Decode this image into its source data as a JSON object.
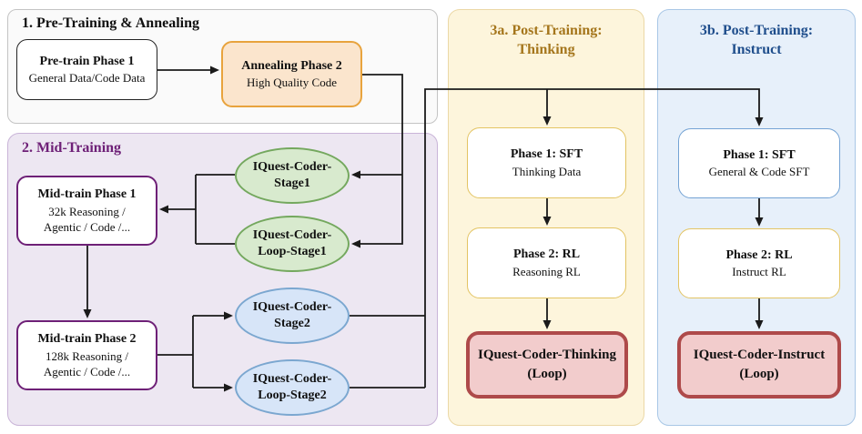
{
  "sections": {
    "pretraining": {
      "title": "1. Pre-Training & Annealing"
    },
    "midtraining": {
      "title": "2. Mid-Training"
    },
    "post_thinking": {
      "title_line1": "3a. Post-Training:",
      "title_line2": "Thinking"
    },
    "post_instruct": {
      "title_line1": "3b. Post-Training:",
      "title_line2": "Instruct"
    }
  },
  "nodes": {
    "pretrain_phase1": {
      "title": "Pre-train Phase 1",
      "sub": "General Data/Code Data"
    },
    "annealing_phase2": {
      "title": "Annealing Phase 2",
      "sub": "High Quality Code"
    },
    "midtrain_phase1": {
      "title": "Mid-train Phase 1",
      "sub1": "32k Reasoning /",
      "sub2": "Agentic / Code /..."
    },
    "midtrain_phase2": {
      "title": "Mid-train Phase 2",
      "sub1": "128k Reasoning /",
      "sub2": "Agentic / Code /..."
    },
    "stage1": {
      "line1": "IQuest-Coder-",
      "line2": "Stage1"
    },
    "loop_stage1": {
      "line1": "IQuest-Coder-",
      "line2": "Loop-Stage1"
    },
    "stage2": {
      "line1": "IQuest-Coder-",
      "line2": "Stage2"
    },
    "loop_stage2": {
      "line1": "IQuest-Coder-",
      "line2": "Loop-Stage2"
    },
    "thinking_sft": {
      "title": "Phase 1: SFT",
      "sub": "Thinking Data"
    },
    "thinking_rl": {
      "title": "Phase 2: RL",
      "sub": "Reasoning RL"
    },
    "thinking_out": {
      "line1": "IQuest-Coder-Thinking",
      "line2": "(Loop)"
    },
    "instruct_sft": {
      "title": "Phase 1: SFT",
      "sub": "General & Code SFT"
    },
    "instruct_rl": {
      "title": "Phase 2: RL",
      "sub": "Instruct RL"
    },
    "instruct_out": {
      "line1": "IQuest-Coder-Instruct",
      "line2": "(Loop)"
    }
  },
  "colors": {
    "panel_pretraining_bg": "#FAFAFA",
    "panel_pretraining_border": "#C4C4C4",
    "panel_midtraining_bg": "#EDE7F2",
    "panel_midtraining_border": "#C9B4D8",
    "panel_thinking_bg": "#FDF5DC",
    "panel_thinking_border": "#EBD8A6",
    "panel_instruct_bg": "#E7F0FA",
    "panel_instruct_border": "#A9C7E6",
    "midtraining_title": "#6E2077",
    "thinking_title": "#A5761C",
    "instruct_title": "#1F4E8C",
    "annealing_border": "#E8A33D",
    "annealing_bg": "#FBE5CD",
    "purple_node_border": "#6E2077",
    "green_ellipse_border": "#74A85E",
    "green_ellipse_bg": "#D8EACE",
    "blue_ellipse_border": "#7BA7D0",
    "blue_ellipse_bg": "#D7E5F8",
    "gold_node_border": "#E3C463",
    "blue_node_border": "#74A3D4",
    "output_node_border": "#AE4A4A",
    "output_node_bg": "#F2CCCC",
    "arrow": "#1A1A1A"
  }
}
